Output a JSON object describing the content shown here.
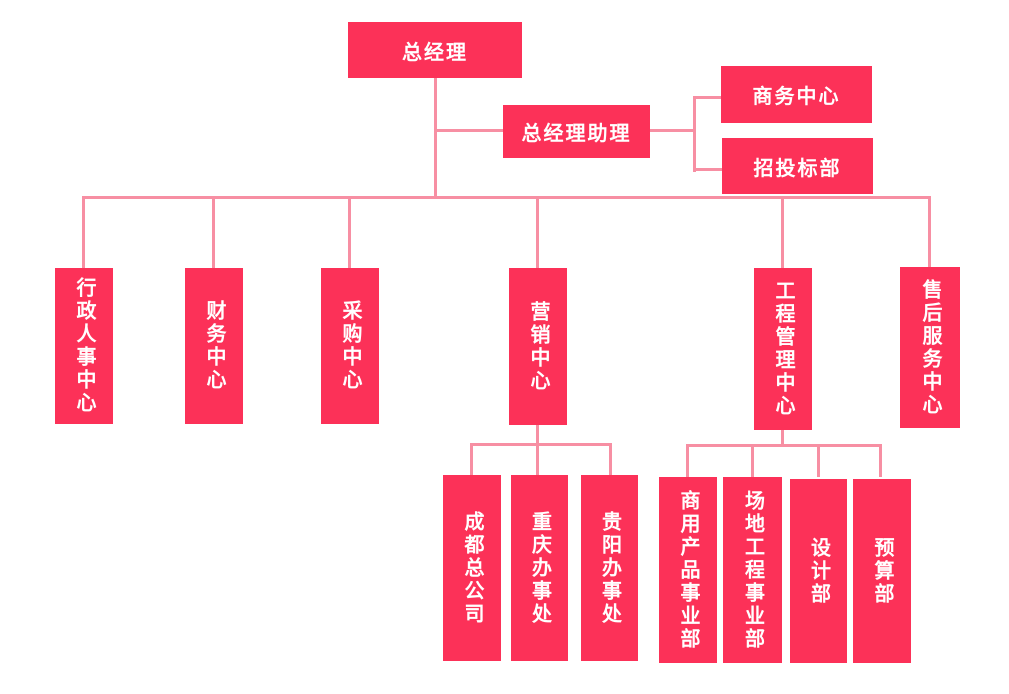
{
  "chart": {
    "type": "org-tree",
    "nodes": {
      "general_manager": "总经理",
      "gm_assistant": "总经理助理",
      "business_center": "商务中心",
      "bidding_dept": "招投标部",
      "admin_hr_center": "行政人事中心",
      "finance_center": "财务中心",
      "procurement_center": "采购中心",
      "marketing_center": "营销中心",
      "engineering_mgmt_center": "工程管理中心",
      "after_sales_center": "售后服务中心",
      "chengdu_hq": "成都总公司",
      "chongqing_office": "重庆办事处",
      "guiyang_office": "贵阳办事处",
      "commercial_products_div": "商用产品事业部",
      "site_engineering_div": "场地工程事业部",
      "design_dept": "设计部",
      "budget_dept": "预算部"
    },
    "colors": {
      "node_fill": "#FC3158",
      "connector": "#F78FA3",
      "node_text": "#FFFFFF"
    }
  }
}
